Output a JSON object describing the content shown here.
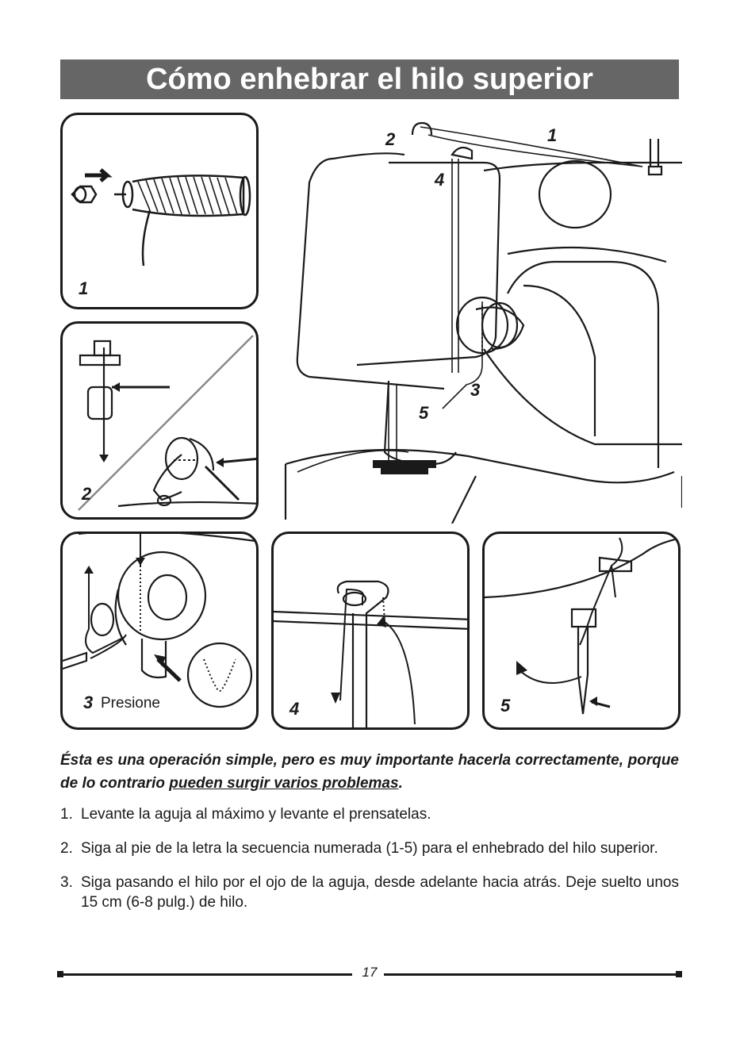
{
  "title": "Cómo enhebrar el hilo superior",
  "panels": {
    "p1": {
      "number": "1"
    },
    "p2": {
      "number": "2"
    },
    "p3": {
      "number": "3",
      "label": "Presione"
    },
    "p4": {
      "number": "4"
    },
    "p5": {
      "number": "5"
    }
  },
  "machine_numbers": {
    "n1": "1",
    "n2": "2",
    "n3": "3",
    "n4": "4",
    "n5": "5"
  },
  "intro": {
    "text": "Ésta es una operación simple, pero es muy importante hacerla correctamente, porque de lo contrario ",
    "underlined": "pueden surgir varios problemas",
    "end": "."
  },
  "steps": [
    {
      "n": "1.",
      "text": "Levante la aguja al máximo y levante el prensatelas."
    },
    {
      "n": "2.",
      "text": "Siga al pie de la letra la secuencia numerada (1-5) para el enhebrado del hilo superior."
    },
    {
      "n": "3.",
      "text": "Siga pasando el hilo por el ojo de la aguja, desde adelante hacia atrás. Deje suelto unos 15 cm (6-8 pulg.) de hilo."
    }
  ],
  "footer": {
    "page_number": "17"
  }
}
